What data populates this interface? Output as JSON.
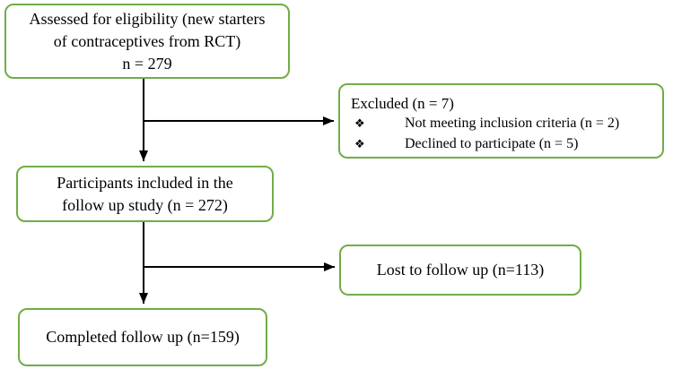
{
  "diagram": {
    "type": "study-flowchart",
    "accent_color": "#70AD47",
    "arrow_color": "#000000",
    "boxes": {
      "assessed": {
        "lines": [
          "Assessed for eligibility (new starters",
          "of contraceptives from RCT)",
          "n = 279"
        ]
      },
      "excluded": {
        "title": "Excluded (n = 7)",
        "bullet": "❖",
        "items": [
          "Not meeting inclusion criteria (n = 2)",
          "Declined to participate (n = 5)"
        ]
      },
      "included": {
        "lines": [
          "Participants included in the",
          "follow up study (n = 272)"
        ]
      },
      "lost": {
        "text": "Lost to follow up (n=113)"
      },
      "completed": {
        "text": "Completed follow up (n=159)"
      }
    }
  }
}
